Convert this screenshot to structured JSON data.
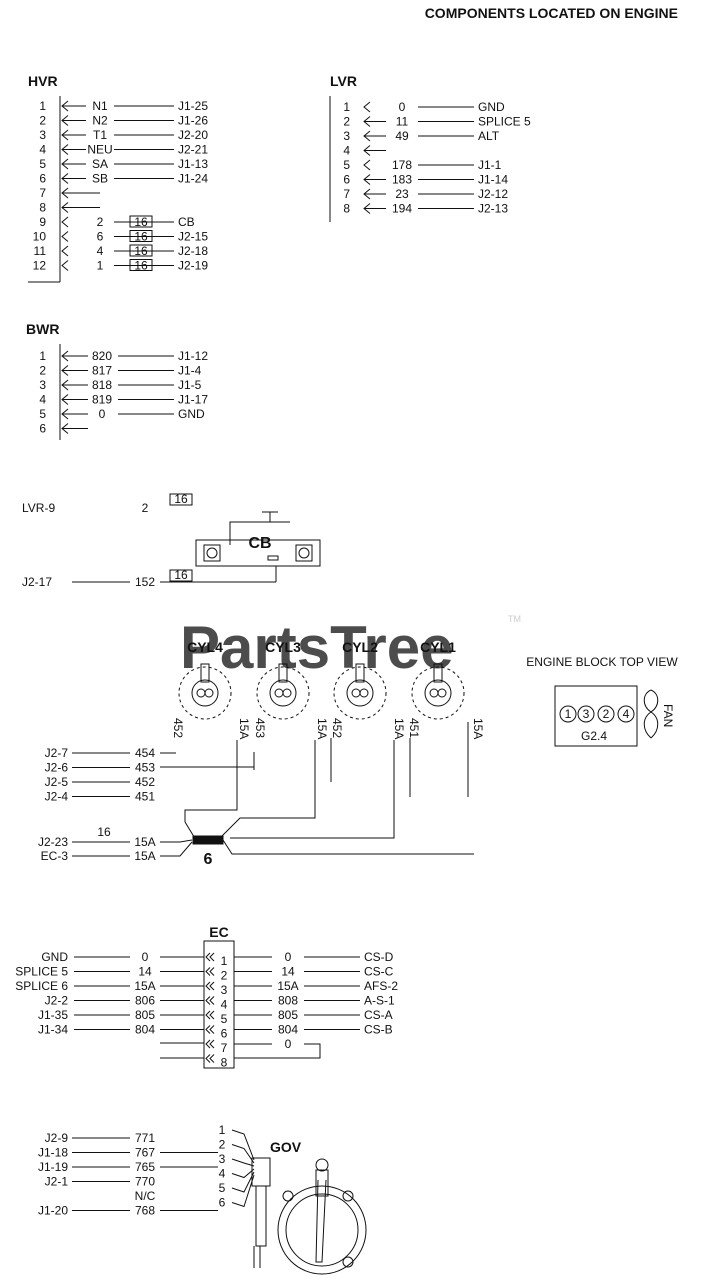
{
  "title": "COMPONENTS LOCATED ON ENGINE",
  "watermark": "PartsTree",
  "watermark_tm": "TM",
  "hvr": {
    "heading": "HVR",
    "rows": [
      {
        "pin": "1",
        "wire": "N1",
        "dest": "J1-25",
        "box": ""
      },
      {
        "pin": "2",
        "wire": "N2",
        "dest": "J1-26",
        "box": ""
      },
      {
        "pin": "3",
        "wire": "T1",
        "dest": "J2-20",
        "box": ""
      },
      {
        "pin": "4",
        "wire": "NEU",
        "dest": "J2-21",
        "box": ""
      },
      {
        "pin": "5",
        "wire": "SA",
        "dest": "J1-13",
        "box": ""
      },
      {
        "pin": "6",
        "wire": "SB",
        "dest": "J1-24",
        "box": ""
      },
      {
        "pin": "7",
        "wire": "",
        "dest": "",
        "box": ""
      },
      {
        "pin": "8",
        "wire": "",
        "dest": "",
        "box": ""
      },
      {
        "pin": "9",
        "wire": "2",
        "dest": "CB",
        "box": "16"
      },
      {
        "pin": "10",
        "wire": "6",
        "dest": "J2-15",
        "box": "16"
      },
      {
        "pin": "11",
        "wire": "4",
        "dest": "J2-18",
        "box": "16"
      },
      {
        "pin": "12",
        "wire": "1",
        "dest": "J2-19",
        "box": "16"
      }
    ]
  },
  "lvr": {
    "heading": "LVR",
    "rows": [
      {
        "pin": "1",
        "wire": "0",
        "dest": "GND"
      },
      {
        "pin": "2",
        "wire": "11",
        "dest": "SPLICE 5"
      },
      {
        "pin": "3",
        "wire": "49",
        "dest": "ALT"
      },
      {
        "pin": "4",
        "wire": "",
        "dest": ""
      },
      {
        "pin": "5",
        "wire": "178",
        "dest": "J1-1"
      },
      {
        "pin": "6",
        "wire": "183",
        "dest": "J1-14"
      },
      {
        "pin": "7",
        "wire": "23",
        "dest": "J2-12"
      },
      {
        "pin": "8",
        "wire": "194",
        "dest": "J2-13"
      }
    ]
  },
  "bwr": {
    "heading": "BWR",
    "rows": [
      {
        "pin": "1",
        "wire": "820",
        "dest": "J1-12"
      },
      {
        "pin": "2",
        "wire": "817",
        "dest": "J1-4"
      },
      {
        "pin": "3",
        "wire": "818",
        "dest": "J1-5"
      },
      {
        "pin": "4",
        "wire": "819",
        "dest": "J1-17"
      },
      {
        "pin": "5",
        "wire": "0",
        "dest": "GND"
      },
      {
        "pin": "6",
        "wire": "",
        "dest": ""
      }
    ]
  },
  "cb": {
    "label": "CB",
    "in_src": "LVR-9",
    "in_wire": "2",
    "in_box": "16",
    "out_src": "J2-17",
    "out_wire": "152",
    "out_box": "16"
  },
  "cylinders": {
    "labels": [
      "CYL4",
      "CYL3",
      "CYL2",
      "CYL1"
    ],
    "vertical_wires": [
      "452",
      "15A",
      "453",
      "15A",
      "452",
      "15A",
      "451",
      "15A"
    ],
    "wire_rows": [
      {
        "src": "J2-7",
        "wire": "454"
      },
      {
        "src": "J2-6",
        "wire": "453"
      },
      {
        "src": "J2-5",
        "wire": "452"
      },
      {
        "src": "J2-4",
        "wire": "451"
      }
    ],
    "splice_rows": [
      {
        "src": "J2-23",
        "wire": "15A",
        "gauge": "16"
      },
      {
        "src": "EC-3",
        "wire": "15A",
        "gauge": ""
      }
    ],
    "splice_label": "6"
  },
  "engine_block": {
    "title": "ENGINE BLOCK TOP VIEW",
    "cyls": [
      "1",
      "3",
      "2",
      "4"
    ],
    "order": "G2.4",
    "fan": "FAN"
  },
  "ec": {
    "heading": "EC",
    "rows": [
      {
        "pin": "1",
        "ldest": "GND",
        "lwire": "0",
        "rwire": "0",
        "rdest": "CS-D"
      },
      {
        "pin": "2",
        "ldest": "SPLICE 5",
        "lwire": "14",
        "rwire": "14",
        "rdest": "CS-C"
      },
      {
        "pin": "3",
        "ldest": "SPLICE 6",
        "lwire": "15A",
        "rwire": "15A",
        "rdest": "AFS-2"
      },
      {
        "pin": "4",
        "ldest": "J2-2",
        "lwire": "806",
        "rwire": "808",
        "rdest": "A-S-1"
      },
      {
        "pin": "5",
        "ldest": "J1-35",
        "lwire": "805",
        "rwire": "805",
        "rdest": "CS-A"
      },
      {
        "pin": "6",
        "ldest": "J1-34",
        "lwire": "804",
        "rwire": "804",
        "rdest": "CS-B"
      },
      {
        "pin": "7",
        "ldest": "",
        "lwire": "",
        "rwire": "0",
        "rdest": ""
      },
      {
        "pin": "8",
        "ldest": "",
        "lwire": "",
        "rwire": "",
        "rdest": ""
      }
    ]
  },
  "gov": {
    "heading": "GOV",
    "rows": [
      {
        "pin": "1",
        "src": "J2-9",
        "wire": "771"
      },
      {
        "pin": "2",
        "src": "J1-18",
        "wire": "767"
      },
      {
        "pin": "3",
        "src": "J1-19",
        "wire": "765"
      },
      {
        "pin": "4",
        "src": "J2-1",
        "wire": "770"
      },
      {
        "pin": "5",
        "src": "",
        "wire": "N/C"
      },
      {
        "pin": "6",
        "src": "J1-20",
        "wire": "768"
      }
    ]
  }
}
